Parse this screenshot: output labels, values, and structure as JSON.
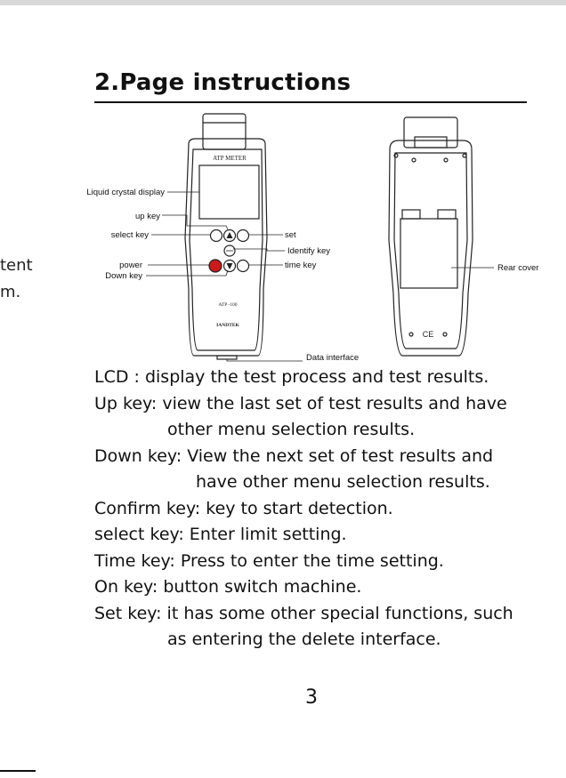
{
  "bleed_text": [
    "tent",
    "m."
  ],
  "heading": "2.Page instructions",
  "figure": {
    "front": {
      "brand": "ATP METER",
      "model": "ATP -100",
      "maker": "IANDTEK",
      "labels": {
        "lcd": "Liquid crystal display",
        "up": "up key",
        "select": "select key",
        "power": "power",
        "down": "Down key",
        "set": "set",
        "identify": "Identify key",
        "time": "time key",
        "data": "Data interface"
      }
    },
    "rear": {
      "cover_label": "Rear cover",
      "mark": "CE"
    }
  },
  "descriptions": [
    {
      "text": "LCD : display the test process and test results.",
      "indent": 0
    },
    {
      "text": "Up key: view the last set of test results and have",
      "indent": 0
    },
    {
      "text": "other menu selection results.",
      "indent": 1
    },
    {
      "text": "Down key: View the next set of test results and",
      "indent": 0
    },
    {
      "text": "have other menu selection results.",
      "indent": 2
    },
    {
      "text": "Confirm key: key to start detection.",
      "indent": 0
    },
    {
      "text": "select key: Enter limit setting.",
      "indent": 0
    },
    {
      "text": "Time key: Press to enter the time setting.",
      "indent": 0
    },
    {
      "text": "On key: button switch machine.",
      "indent": 0
    },
    {
      "text": "Set key: it has some other special functions, such",
      "indent": 0
    },
    {
      "text": "as entering the delete interface.",
      "indent": 1
    }
  ],
  "page_number": "3",
  "colors": {
    "power_button": "#cc1a1a",
    "text": "#111111"
  }
}
